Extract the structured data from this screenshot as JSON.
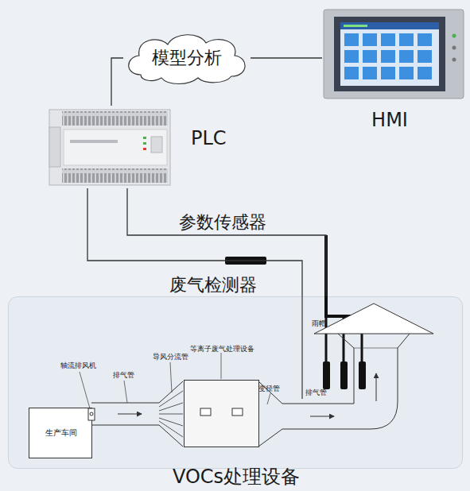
{
  "diagram": {
    "nodes": [
      {
        "text": [
          "模型分析"
        ]
      },
      {
        "text": [
          "HMI"
        ]
      },
      {
        "text": [
          "PLC"
        ]
      },
      {
        "text": [
          "VOCs处理设备"
        ]
      },
      {
        "text": [
          "生产车间"
        ],
        "in": 3
      },
      {
        "text": [
          "等离子废气处理设备"
        ],
        "in": 3
      }
    ],
    "edges": [
      {
        "from": 0,
        "to": 1,
        "arrow": "none"
      },
      {
        "from": 0,
        "to": 2,
        "arrow": "none"
      },
      {
        "from": 2,
        "to": 3,
        "label": "参数传感器",
        "arrow": "none"
      },
      {
        "from": 2,
        "to": 3,
        "label": "废气检测器",
        "arrow": "none"
      }
    ],
    "labels": [
      "轴流排风机",
      "排气管",
      "导风分流管",
      "变径管",
      "排气管",
      "雨帽"
    ]
  }
}
